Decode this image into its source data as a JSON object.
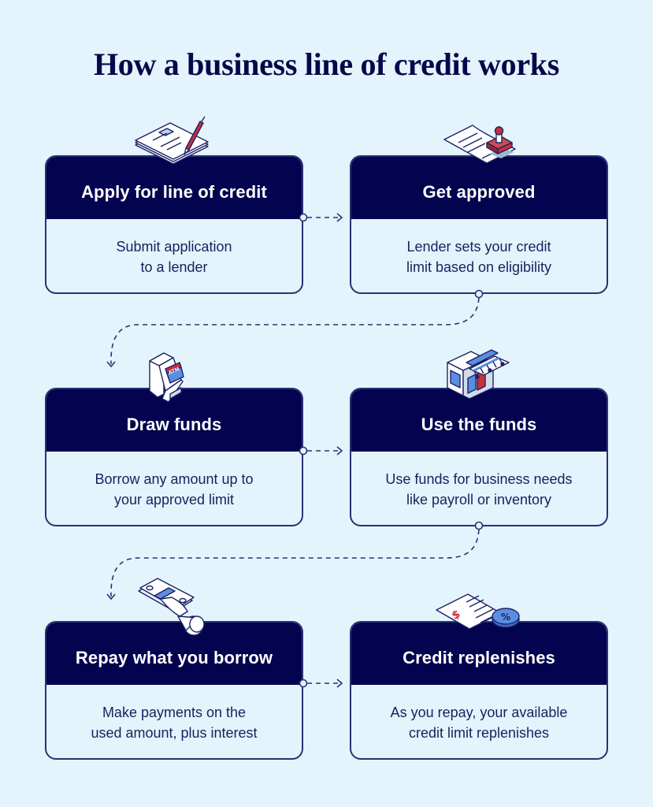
{
  "title": "How a business line of credit works",
  "colors": {
    "background": "#e3f4fc",
    "header": "#03034f",
    "border": "#2c3174",
    "accent_red": "#c8303a",
    "accent_blue": "#5b8ee0"
  },
  "steps": [
    {
      "title": "Apply for line of credit",
      "description": "Submit application\nto a lender",
      "icon": "application-form-pen-icon"
    },
    {
      "title": "Get approved",
      "description": "Lender sets your credit\nlimit based on eligibility",
      "icon": "approval-stamp-icon"
    },
    {
      "title": "Draw funds",
      "description": "Borrow any amount up to\nyour approved limit",
      "icon": "atm-icon"
    },
    {
      "title": "Use the funds",
      "description": "Use funds for business needs\nlike payroll or inventory",
      "icon": "storefront-icon"
    },
    {
      "title": "Repay what you borrow",
      "description": "Make payments on the\nused amount, plus interest",
      "icon": "hand-with-cash-icon"
    },
    {
      "title": "Credit replenishes",
      "description": "As you repay, your available\ncredit limit replenishes",
      "icon": "invoice-percent-coin-icon"
    }
  ],
  "atm_label": "ATM",
  "percent_label": "%",
  "dollar_label": "$"
}
